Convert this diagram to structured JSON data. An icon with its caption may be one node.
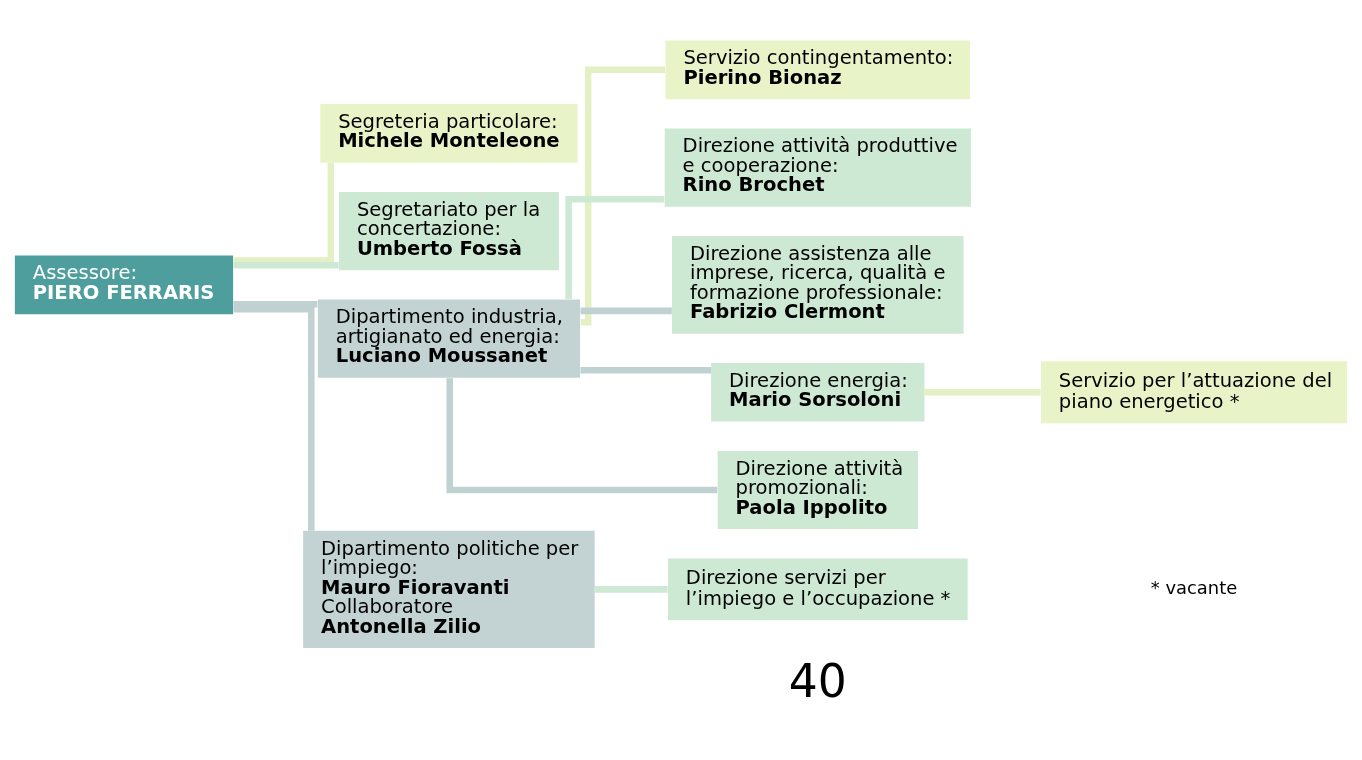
{
  "diagram": {
    "nodes": [
      {
        "text": [
          "Assessore:",
          "PIERO FERRARIS"
        ]
      },
      {
        "text": [
          "Segreteria particolare:",
          "Michele Monteleone"
        ]
      },
      {
        "text": [
          "Segretariato per la concertazione:",
          "Umberto Fossà"
        ]
      },
      {
        "text": [
          "Dipartimento industria, artigianato ed energia:",
          "Luciano Moussanet"
        ]
      },
      {
        "text": [
          "Servizio contingentamento:",
          "Pierino Bionaz"
        ]
      },
      {
        "text": [
          "Direzione attività produttive e cooperazione:",
          "Rino Brochet"
        ]
      },
      {
        "text": [
          "Direzione assistenza alle imprese, ricerca, qualità e formazione professionale:",
          "Fabrizio Clermont"
        ]
      },
      {
        "text": [
          "Direzione energia:",
          "Mario Sorsoloni"
        ]
      },
      {
        "text": [
          "Servizio per l’attuazione del piano energetico *"
        ]
      },
      {
        "text": [
          "Direzione attività promozionali:",
          "Paola Ippolito"
        ]
      },
      {
        "text": [
          "Dipartimento politiche per l’impiego:",
          "Mauro Fioravanti",
          "Collaboratore",
          "Antonella Zilio"
        ]
      },
      {
        "text": [
          "Direzione servizi per l’impiego e l’occupazione *"
        ]
      }
    ],
    "edges": [
      {
        "from": 0,
        "to": 1,
        "arrow": "none",
        "color": "#e3f0c4"
      },
      {
        "from": 0,
        "to": 2,
        "arrow": "none",
        "color": "#cde9d3"
      },
      {
        "from": 0,
        "to": 3,
        "arrow": "none"
      },
      {
        "from": 0,
        "to": 10,
        "arrow": "none"
      },
      {
        "from": 3,
        "to": 4,
        "arrow": "none",
        "color": "#e3f0c4"
      },
      {
        "from": 3,
        "to": 5,
        "arrow": "none",
        "color": "#cde9d3"
      },
      {
        "from": 3,
        "to": 6,
        "arrow": "none"
      },
      {
        "from": 3,
        "to": 7,
        "arrow": "none"
      },
      {
        "from": 3,
        "to": 9,
        "arrow": "none"
      },
      {
        "from": 7,
        "to": 8,
        "arrow": "none",
        "color": "#e3f0c4"
      },
      {
        "from": 10,
        "to": 11,
        "arrow": "none",
        "color": "#cde9d3"
      }
    ],
    "labels": [
      "* vacante",
      "40"
    ]
  }
}
